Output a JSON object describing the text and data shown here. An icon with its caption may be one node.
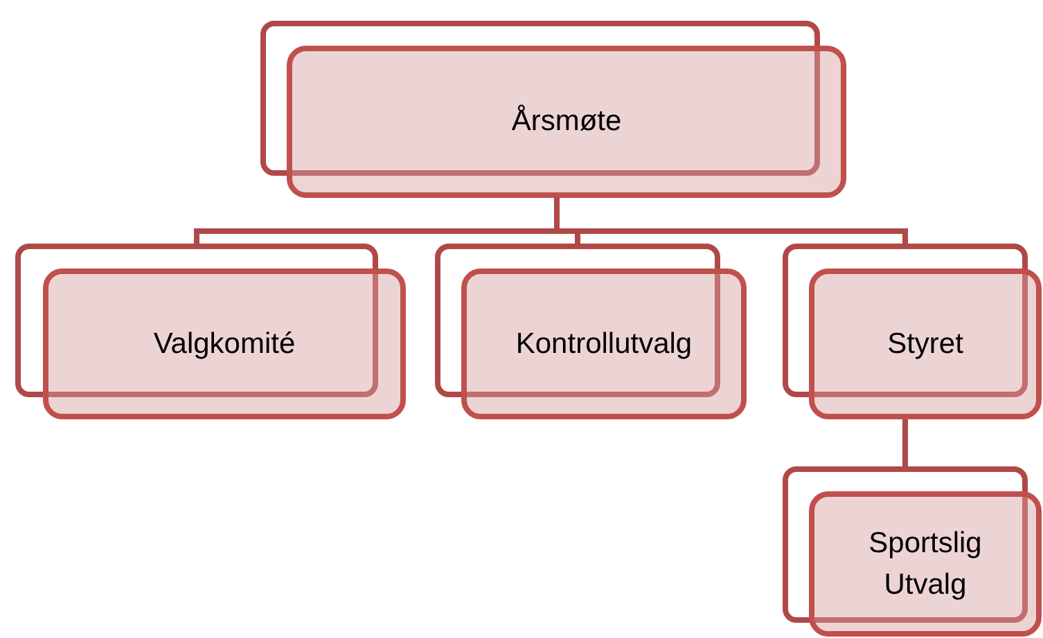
{
  "diagram": {
    "nodes": [
      {
        "text": [
          "Årsmøte"
        ]
      },
      {
        "text": [
          "Valgkomité"
        ]
      },
      {
        "text": [
          "Kontrollutvalg"
        ]
      },
      {
        "text": [
          "Styret"
        ]
      },
      {
        "text": [
          "Sportslig Utvalg"
        ]
      }
    ],
    "edges": [
      {
        "from": 0,
        "to": 1,
        "arrow": "none"
      },
      {
        "from": 0,
        "to": 2,
        "arrow": "none"
      },
      {
        "from": 0,
        "to": 3,
        "arrow": "none"
      },
      {
        "from": 3,
        "to": 4,
        "arrow": "none"
      }
    ]
  }
}
